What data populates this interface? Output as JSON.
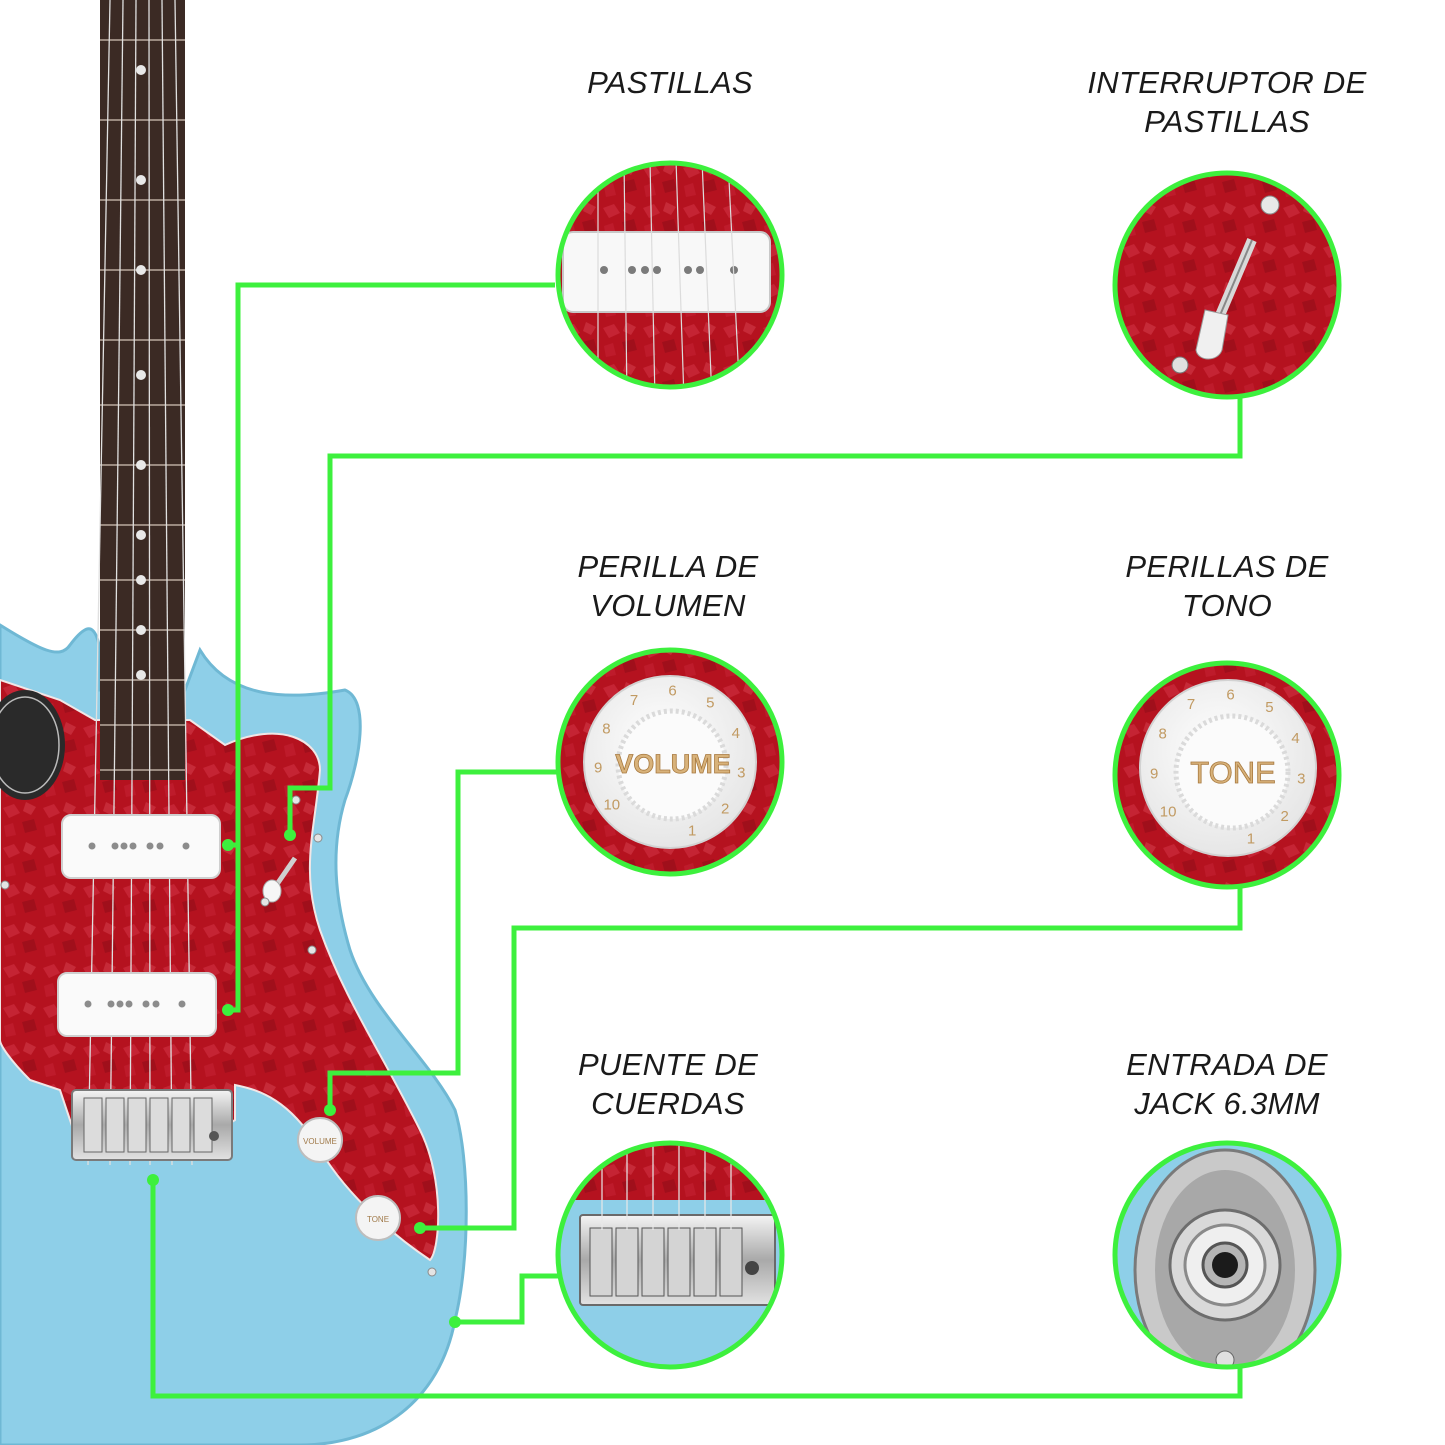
{
  "labels": {
    "pickups": [
      "PASTILLAS"
    ],
    "pickup_switch": [
      "INTERRUPTOR DE",
      "PASTILLAS"
    ],
    "volume_knob": [
      "PERILLA DE",
      "VOLUMEN"
    ],
    "tone_knobs": [
      "PERILLAS DE",
      "TONO"
    ],
    "bridge": [
      "PUENTE DE",
      "CUERDAS"
    ],
    "jack_input": [
      "ENTRADA DE",
      "JACK 6.3MM"
    ]
  },
  "knob_text": {
    "volume": "VOLUME",
    "tone": "TONE",
    "scale": [
      "1",
      "2",
      "3",
      "4",
      "5",
      "6",
      "7",
      "8",
      "9",
      "10"
    ]
  },
  "colors": {
    "callout_line": "#3df03d",
    "body": "#8ecfe8",
    "pickguard": "#b5121f",
    "fretboard": "#3b2a24"
  }
}
